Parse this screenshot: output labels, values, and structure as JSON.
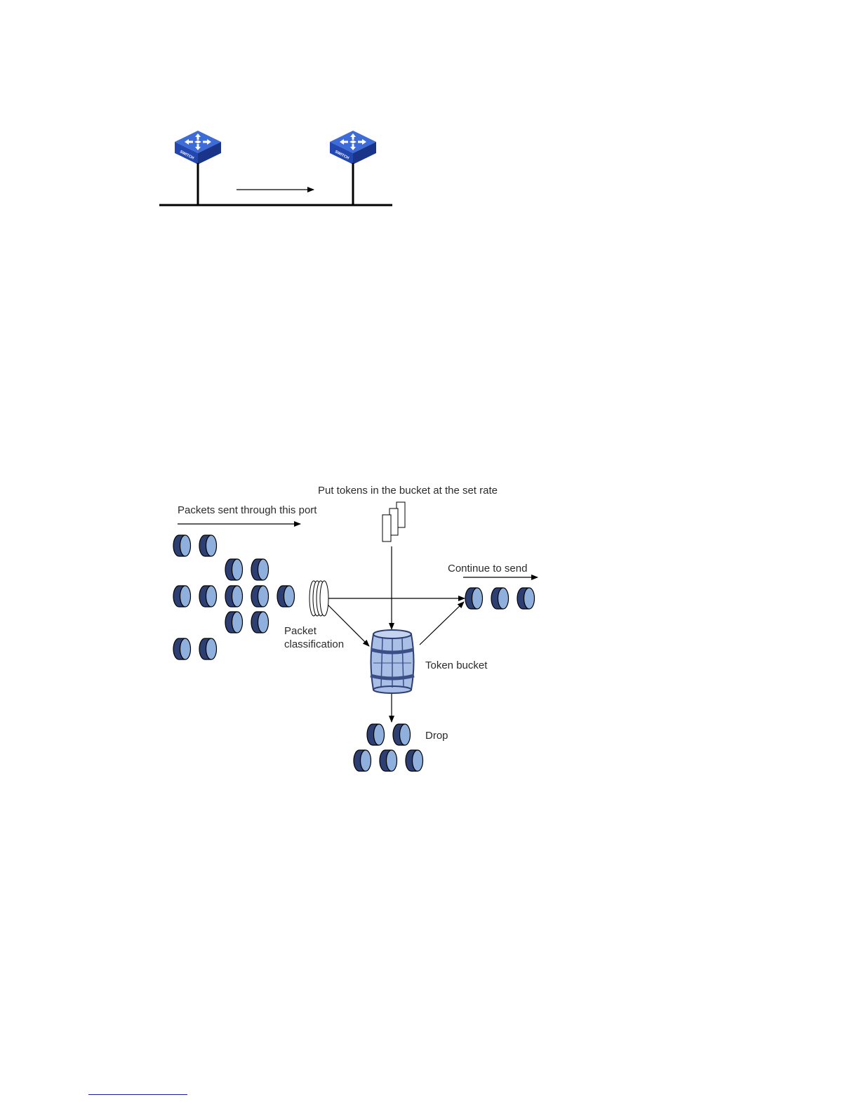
{
  "switch_diagram": {
    "switch_icon_text": "SWITCH",
    "colors": {
      "switch_top": "#3d6bd8",
      "switch_side": "#1f3fa0",
      "line": "#000000"
    }
  },
  "token_bucket_diagram": {
    "labels": {
      "tokens_in": "Put tokens in the bucket at the set rate",
      "packets_in": "Packets sent through this port",
      "continue": "Continue to send",
      "classification_line1": "Packet",
      "classification_line2": "classification",
      "bucket": "Token bucket",
      "drop": "Drop"
    },
    "colors": {
      "packet_dark": "#2d3f72",
      "packet_light": "#8fb0dc",
      "bucket_fill": "#a9bfe6",
      "bucket_band": "#3b4f86",
      "arrow": "#000000"
    }
  }
}
